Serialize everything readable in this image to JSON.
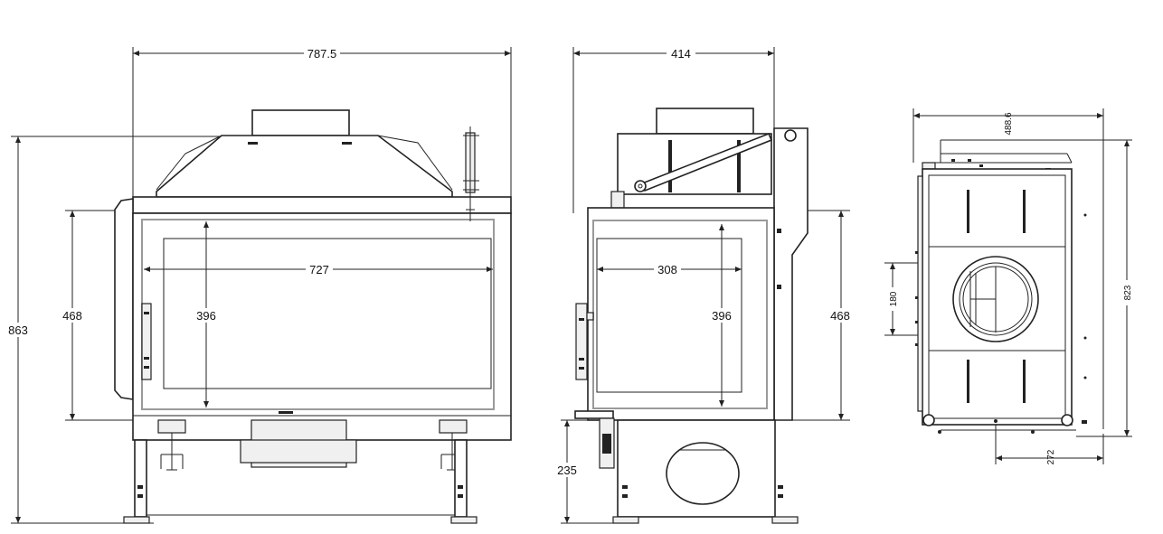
{
  "dimensions": {
    "front": {
      "overall_width": "787.5",
      "overall_height": "863",
      "opening_height": "468",
      "glass_width": "727",
      "glass_height": "396"
    },
    "side": {
      "overall_depth": "414",
      "glass_width": "308",
      "glass_height": "396",
      "opening_height": "468",
      "base_height": "235"
    },
    "top": {
      "width": "488.6",
      "depth": "823",
      "flue_size": "180",
      "flue_offset": "272"
    }
  }
}
